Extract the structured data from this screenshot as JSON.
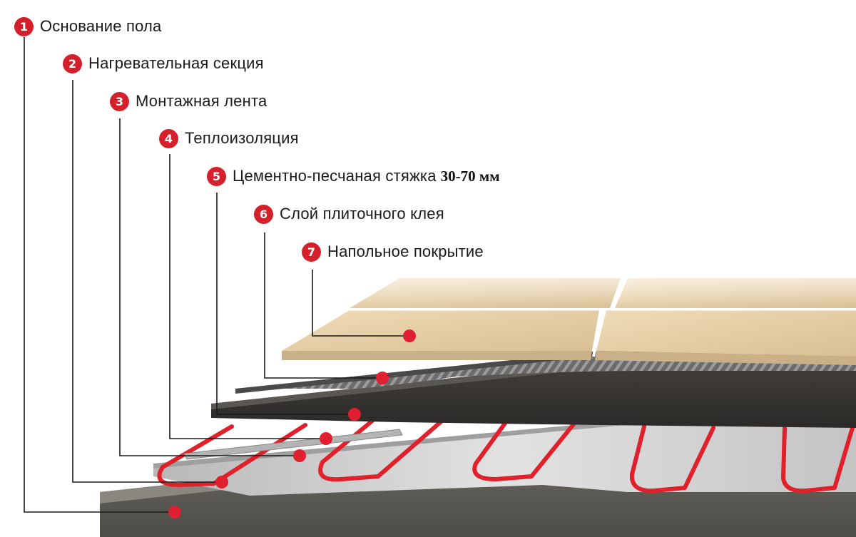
{
  "layers": [
    {
      "number": "1",
      "label": "Основание пола",
      "suffix": ""
    },
    {
      "number": "2",
      "label": "Нагревательная секция",
      "suffix": ""
    },
    {
      "number": "3",
      "label": "Монтажная лента",
      "suffix": ""
    },
    {
      "number": "4",
      "label": "Теплоизоляция",
      "suffix": ""
    },
    {
      "number": "5",
      "label": "Цементно-песчаная стяжка",
      "suffix": "30-70 мм"
    },
    {
      "number": "6",
      "label": "Слой плиточного клея",
      "suffix": ""
    },
    {
      "number": "7",
      "label": "Напольное покрытие",
      "suffix": ""
    }
  ],
  "colors": {
    "accent": "#d3202b",
    "heating_cable": "#e0202b",
    "tile": "#e3cca4",
    "adhesive": "#5a5a5a",
    "screed": "#3c3a38",
    "insulation": "#c8c8c8",
    "base": "#6a6760"
  }
}
